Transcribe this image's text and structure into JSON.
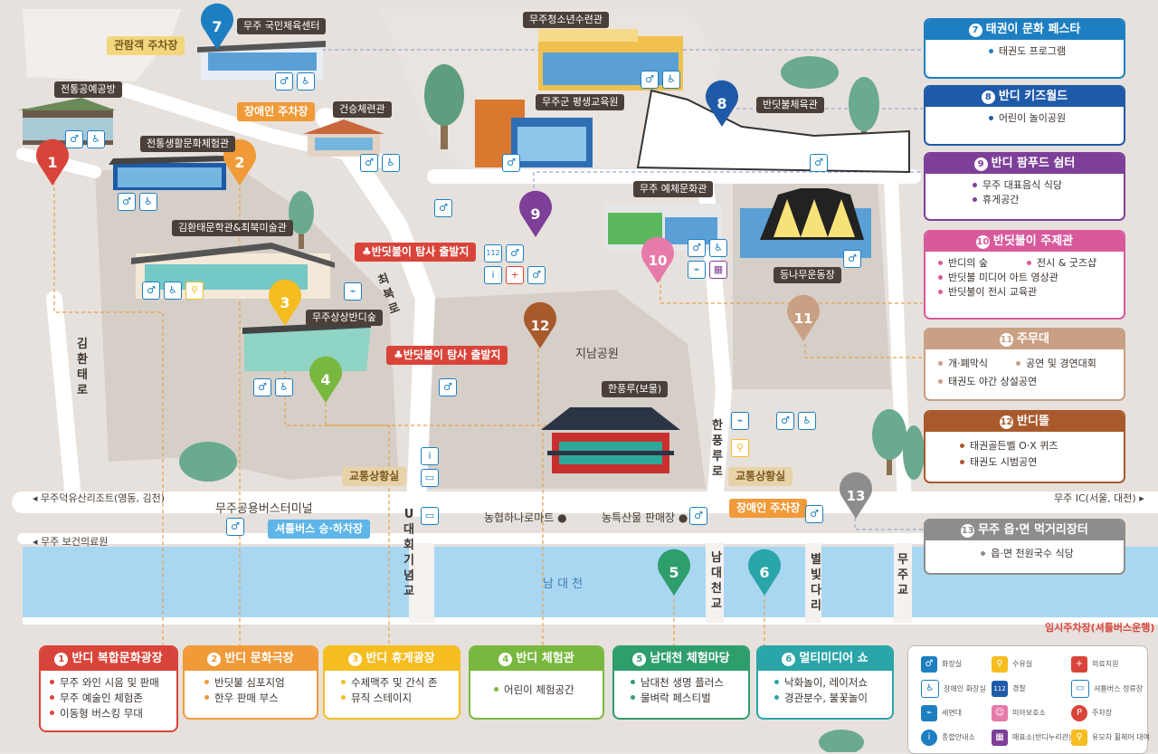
{
  "colors": {
    "road": "#ffffff",
    "block": "#d9d3cd",
    "river": "#a9d7f2",
    "tree": "#6aaa8e",
    "red": "#d9443a",
    "orange": "#f19a38",
    "yellow": "#f5bd1f",
    "green": "#79b83e",
    "darkgreen": "#2f9e6d",
    "teal": "#2aa5a8",
    "blue": "#1d7fc1",
    "navy": "#1f5aa8",
    "purple": "#7d3f98",
    "pink": "#d85a9c",
    "brown": "#c0713b",
    "mocha": "#b0804d",
    "gray": "#8d8d8d"
  },
  "map": {
    "buildings": {
      "traditional_craft": "전통공예공방",
      "traditional_life": "전통생활문화체험관",
      "kimhwantae": "김환태문학관&최북미술관",
      "gym": "무주 국민체육센터",
      "youth_center": "무주청소년수련관",
      "edu_center": "무주군 평생교육원",
      "geonseung": "건승체련관",
      "firefly_gym": "반딧불체육관",
      "culture_arts": "무주 예체문화관",
      "forest": "무주상상반디숲",
      "dungna": "등나무운동장",
      "hanpung": "한풍루(보물)",
      "jinam_park": "지남공원",
      "bus_terminal": "무주공용버스터미널"
    },
    "tags": {
      "spectator_parking": "관람객 주차장",
      "disabled_parking_1": "장애인 주차장",
      "disabled_parking_2": "장애인 주차장",
      "firefly_start_1": "♣반딧불이 탐사 출발지",
      "firefly_start_2": "♣반딧불이 탐사 출발지",
      "traffic_info_1": "교통상황실",
      "traffic_info_2": "교통상황실",
      "shuttle": "셔틀버스 승·하차장"
    },
    "places": {
      "nonghyup": "농협하나로마트 ●",
      "specialty": "농특산물 판매장 ●",
      "river": "남 대 천"
    },
    "roads": {
      "west_arrow": "◂ 무주덕유산리조트(영동, 김천)",
      "west_arrow2": "◂ 무주 보건의료원",
      "east_arrow": "무주 IC(서울, 대전) ▸",
      "choebuk": "최북로",
      "kimhwantae": "김환태로",
      "hanpung": "한풍루로",
      "ubridge": "U대회기념교",
      "namdae_bridge": "남대천교",
      "star_bridge": "별빛다리",
      "muju_bridge": "무주교",
      "temp_parking": "임시주차장(셔틀버스운행)"
    },
    "pins": [
      "1",
      "2",
      "3",
      "4",
      "5",
      "6",
      "7",
      "8",
      "9",
      "10",
      "11",
      "12",
      "13"
    ]
  },
  "right_panel": [
    {
      "num": "7",
      "title": "태권이 문화 페스타",
      "items": [
        "태권도 프로그램"
      ]
    },
    {
      "num": "8",
      "title": "반디 키즈월드",
      "items": [
        "어린이 놀이공원"
      ]
    },
    {
      "num": "9",
      "title": "반디 팜푸드 쉼터",
      "items": [
        "무주 대표음식 식당",
        "휴게공간"
      ]
    },
    {
      "num": "10",
      "title": "반딧불이 주제관",
      "items": [
        "반디의 숲",
        "전시 & 굿즈샵",
        "반딧불 미디어 아트 영상관",
        "반딧불이 전시 교육관"
      ]
    },
    {
      "num": "11",
      "title": "주무대",
      "items": [
        "개·폐막식",
        "공연 및 경연대회",
        "태권도 야간 상설공연"
      ]
    },
    {
      "num": "12",
      "title": "반디뜰",
      "items": [
        "태권골든벨 O·X 퀴즈",
        "태권도 시범공연"
      ]
    },
    {
      "num": "13",
      "title": "무주 읍·면 먹거리장터",
      "items": [
        "읍·면 천원국수 식당"
      ]
    }
  ],
  "bottom_panel": [
    {
      "num": "1",
      "title": "반디 복합문화광장",
      "items": [
        "무주 와인 시음 및 판매",
        "무주 예술인 체험존",
        "이동형 버스킹 무대"
      ]
    },
    {
      "num": "2",
      "title": "반디 문화극장",
      "items": [
        "반딧불 심포지엄",
        "한우 판매 부스"
      ]
    },
    {
      "num": "3",
      "title": "반디 휴게광장",
      "items": [
        "수제맥주 및 간식 존",
        "뮤직 스테이지"
      ]
    },
    {
      "num": "4",
      "title": "반디 체험관",
      "items": [
        "어린이 체험공간"
      ]
    },
    {
      "num": "5",
      "title": "남대천 체험마당",
      "items": [
        "남대천 생명 플러스",
        "물벼락 페스티벌"
      ]
    },
    {
      "num": "6",
      "title": "멀티미디어 쇼",
      "items": [
        "낙화놀이, 레이저쇼",
        "경관분수, 불꽃놀이"
      ]
    }
  ],
  "legend": [
    {
      "label": "화장실",
      "icon": "restroom-icon",
      "symbol": "👪"
    },
    {
      "label": "수유실",
      "icon": "nursing-room-icon",
      "symbol": "🍼"
    },
    {
      "label": "의료지원",
      "icon": "medical-icon",
      "symbol": "+"
    },
    {
      "label": "장애인 화장실",
      "icon": "accessible-restroom-icon",
      "symbol": "♿"
    },
    {
      "label": "경찰",
      "icon": "police-icon",
      "symbol": "112"
    },
    {
      "label": "셔틀버스 정류장",
      "icon": "shuttle-stop-icon",
      "symbol": "▭"
    },
    {
      "label": "세면대",
      "icon": "washbasin-icon",
      "symbol": "🚰"
    },
    {
      "label": "미아보호소",
      "icon": "lost-child-icon",
      "symbol": "☺"
    },
    {
      "label": "주차장",
      "icon": "parking-icon",
      "symbol": "P"
    },
    {
      "label": "종합안내소",
      "icon": "info-icon",
      "symbol": "i"
    },
    {
      "label": "매표소(반디누리관)",
      "icon": "ticket-icon",
      "symbol": "▦"
    },
    {
      "label": "유모차 휠체어 대여",
      "icon": "stroller-icon",
      "symbol": "⚲"
    }
  ]
}
